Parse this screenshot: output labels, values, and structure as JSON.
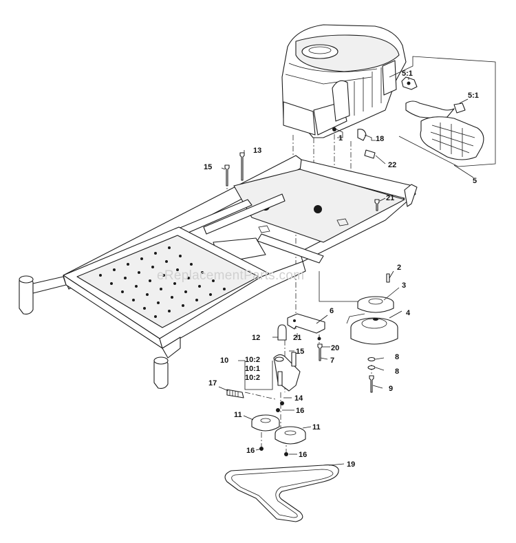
{
  "watermark": "eReplacementParts.com",
  "callouts": [
    {
      "id": "c1",
      "label": "1"
    },
    {
      "id": "c2",
      "label": "2"
    },
    {
      "id": "c3",
      "label": "3"
    },
    {
      "id": "c4",
      "label": "4"
    },
    {
      "id": "c5",
      "label": "5"
    },
    {
      "id": "c5a",
      "label": "5:1"
    },
    {
      "id": "c5b",
      "label": "5:1"
    },
    {
      "id": "c6",
      "label": "6"
    },
    {
      "id": "c7",
      "label": "7"
    },
    {
      "id": "c8a",
      "label": "8"
    },
    {
      "id": "c8b",
      "label": "8"
    },
    {
      "id": "c9",
      "label": "9"
    },
    {
      "id": "c10",
      "label": "10"
    },
    {
      "id": "c10a",
      "label": "10:2"
    },
    {
      "id": "c10b",
      "label": "10:1"
    },
    {
      "id": "c10c",
      "label": "10:2"
    },
    {
      "id": "c11a",
      "label": "11"
    },
    {
      "id": "c11b",
      "label": "11"
    },
    {
      "id": "c12",
      "label": "12"
    },
    {
      "id": "c13",
      "label": "13"
    },
    {
      "id": "c14",
      "label": "14"
    },
    {
      "id": "c15a",
      "label": "15"
    },
    {
      "id": "c15b",
      "label": "15"
    },
    {
      "id": "c16a",
      "label": "16"
    },
    {
      "id": "c16b",
      "label": "16"
    },
    {
      "id": "c16c",
      "label": "16"
    },
    {
      "id": "c17",
      "label": "17"
    },
    {
      "id": "c18",
      "label": "18"
    },
    {
      "id": "c19",
      "label": "19"
    },
    {
      "id": "c20",
      "label": "20"
    },
    {
      "id": "c21a",
      "label": "21"
    },
    {
      "id": "c21b",
      "label": "21"
    },
    {
      "id": "c22",
      "label": "22"
    }
  ]
}
